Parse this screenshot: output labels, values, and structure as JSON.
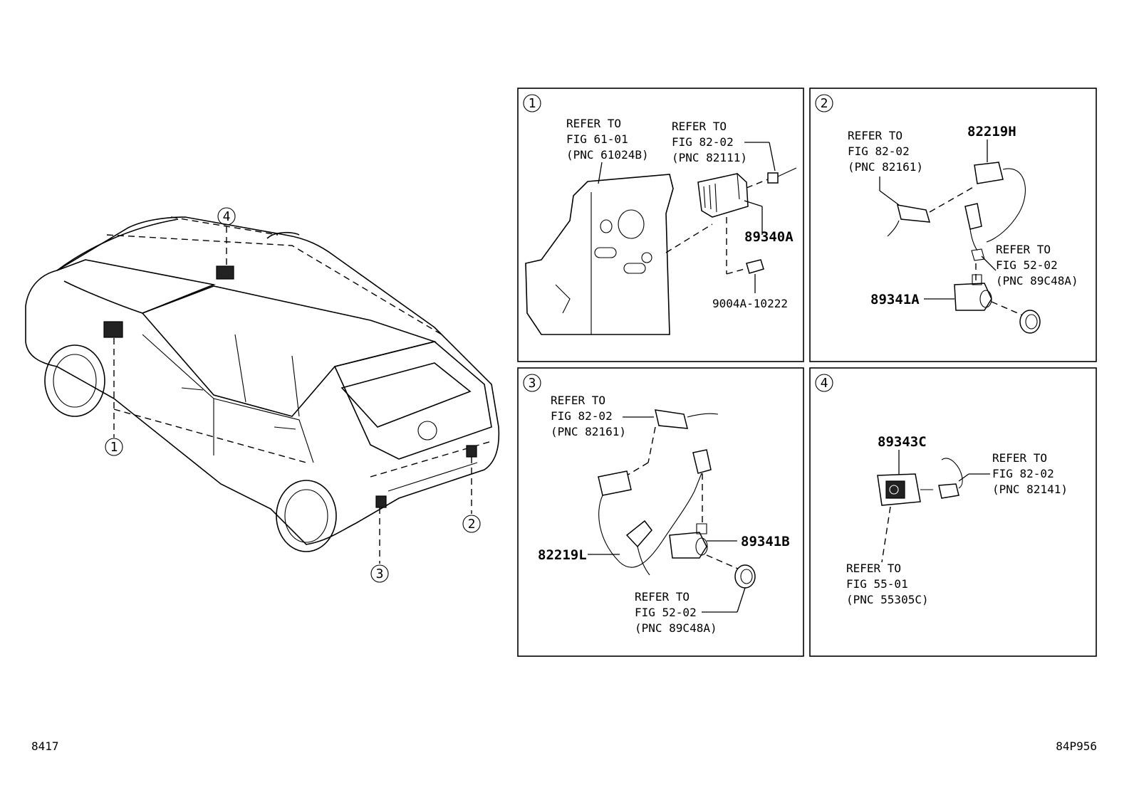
{
  "callouts": [
    "1",
    "2",
    "3",
    "4"
  ],
  "panel1": {
    "ref_a": [
      "REFER TO",
      "FIG 61-01",
      "(PNC 61024B)"
    ],
    "ref_b": [
      "REFER TO",
      "FIG 82-02",
      "(PNC 82111)"
    ],
    "part_main": "89340A",
    "part_bolt": "9004A-10222"
  },
  "panel2": {
    "ref_a": [
      "REFER TO",
      "FIG 82-02",
      "(PNC 82161)"
    ],
    "part_wire": "82219H",
    "ref_b": [
      "REFER TO",
      "FIG 52-02",
      "(PNC 89C48A)"
    ],
    "part_sensor": "89341A"
  },
  "panel3": {
    "ref_a": [
      "REFER TO",
      "FIG 82-02",
      "(PNC 82161)"
    ],
    "part_wire": "82219L",
    "part_sensor": "89341B",
    "ref_b": [
      "REFER TO",
      "FIG 52-02",
      "(PNC 89C48A)"
    ]
  },
  "panel4": {
    "part_main": "89343C",
    "ref_a": [
      "REFER TO",
      "FIG 82-02",
      "(PNC 82141)"
    ],
    "ref_b": [
      "REFER TO",
      "FIG 55-01",
      "(PNC 55305C)"
    ]
  },
  "footer": {
    "left_code": "8417",
    "right_code": "84P956"
  }
}
